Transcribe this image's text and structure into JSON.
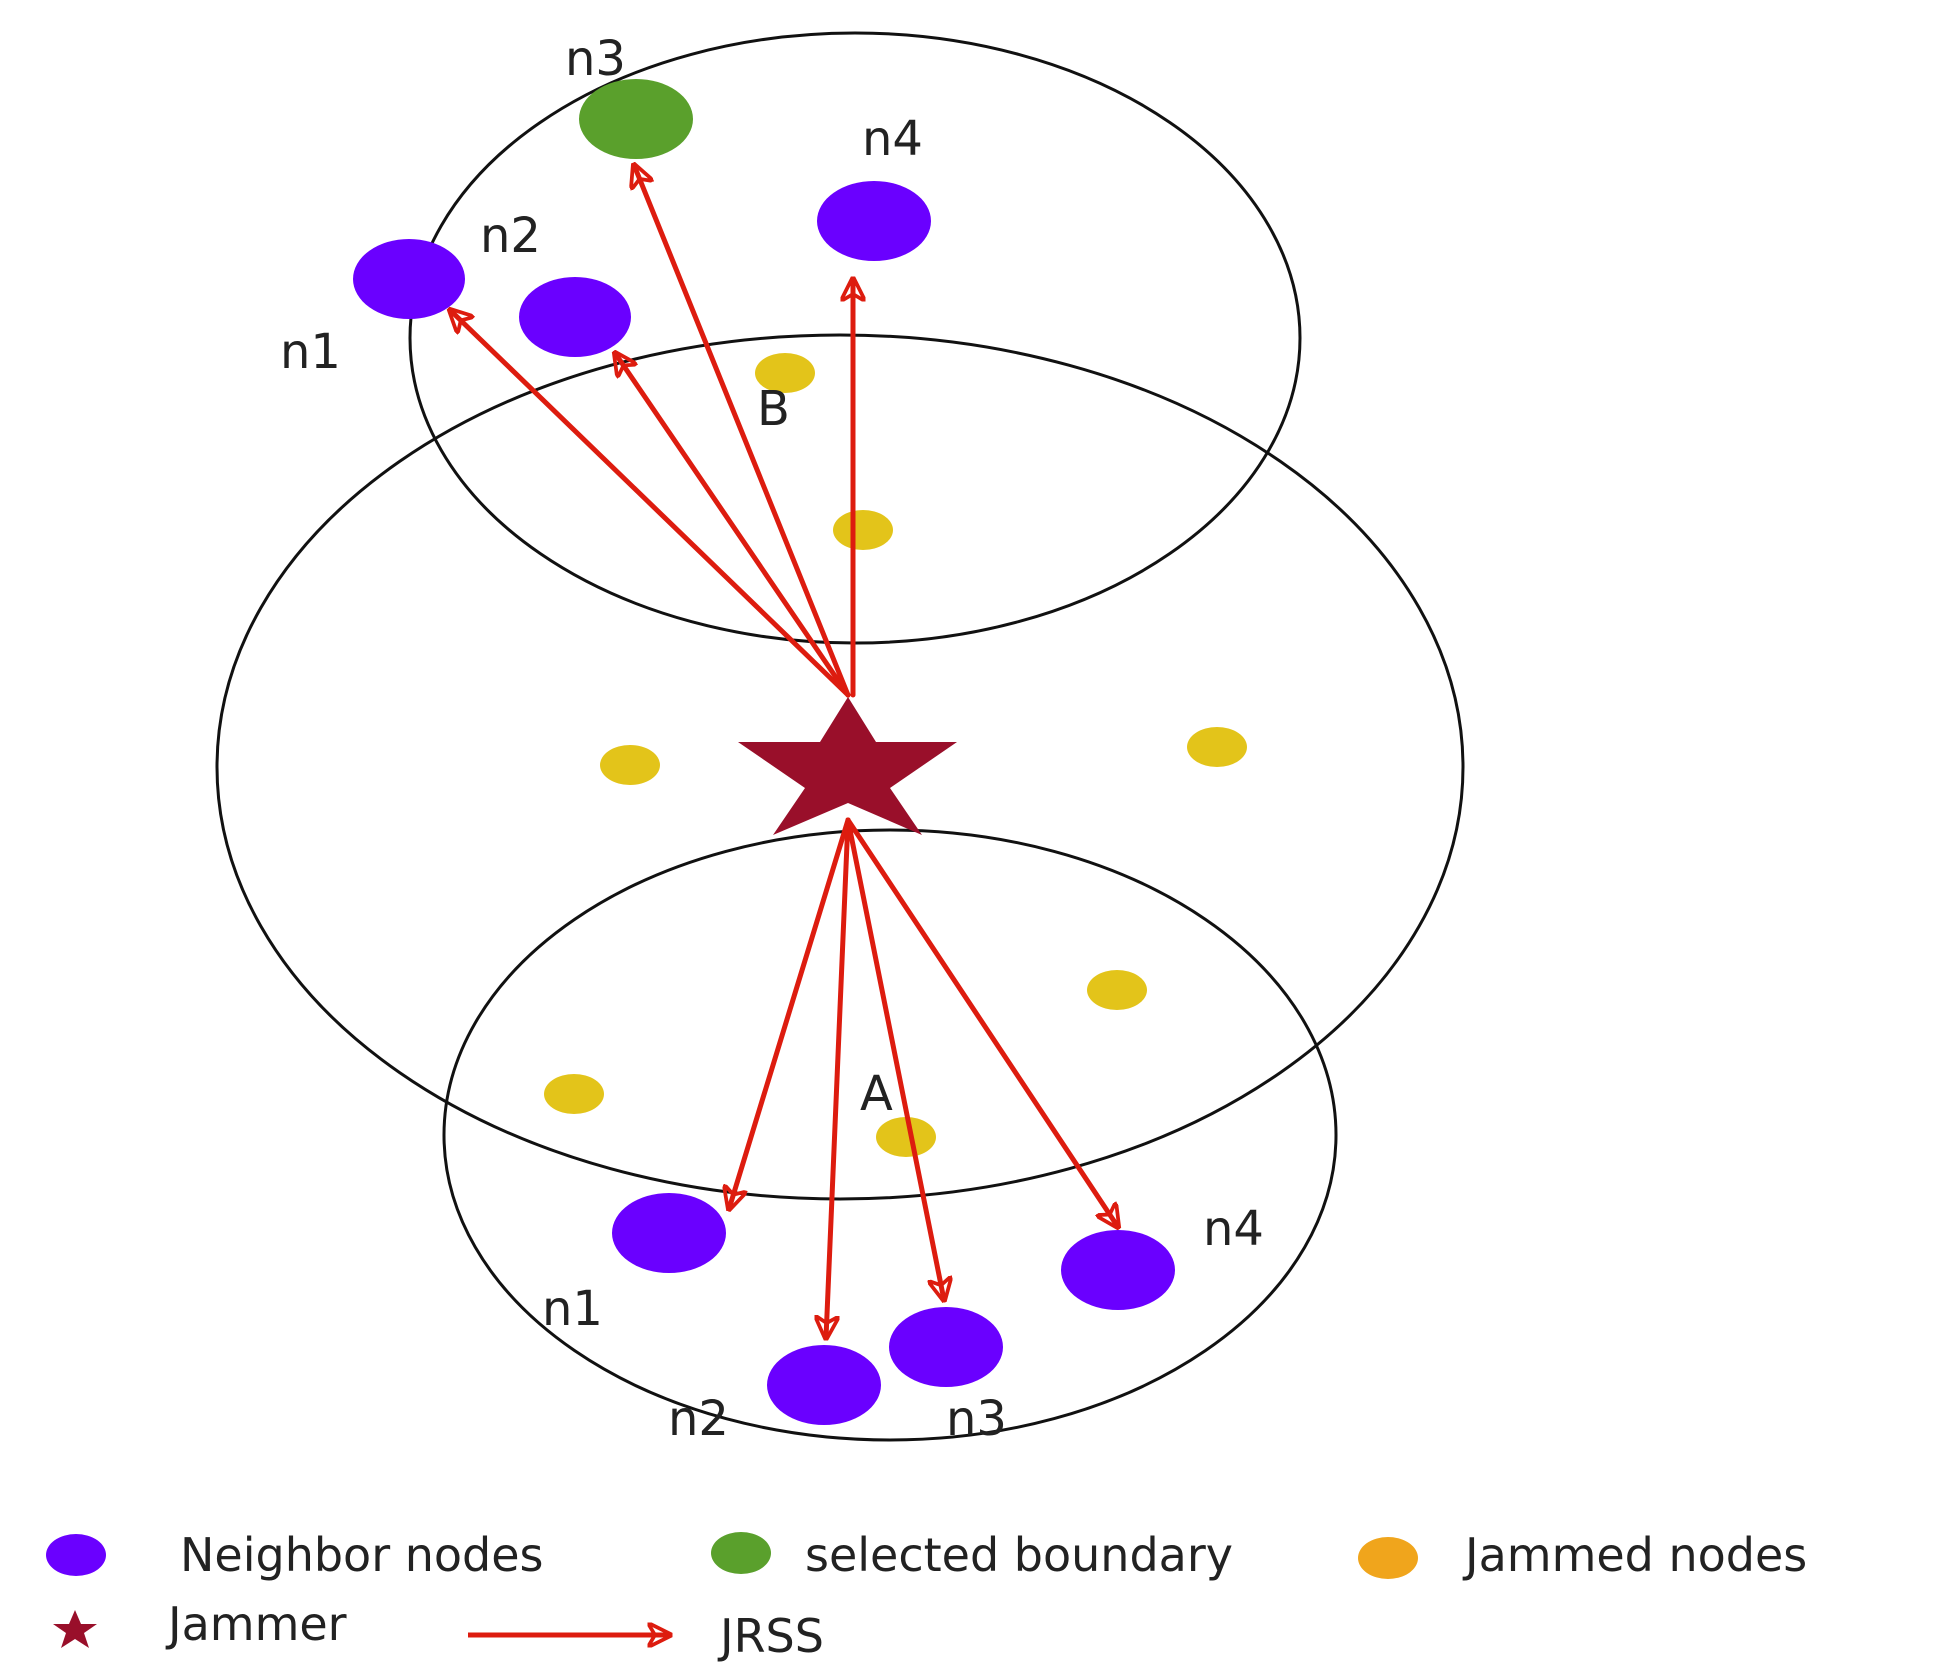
{
  "colors": {
    "neighbor": "#6a00ff",
    "selected": "#5aa02c",
    "jammed": "#e3c41a",
    "jammer": "#990f2a",
    "arrow": "#dd1c0f",
    "circle": "#111111"
  },
  "regions": {
    "top": {
      "node_labels": {
        "n1": "n1",
        "n2": "n2",
        "n3": "n3",
        "n4": "n4"
      },
      "region_label": "B"
    },
    "bottom": {
      "node_labels": {
        "n1": "n1",
        "n2": "n2",
        "n3": "n3",
        "n4": "n4"
      },
      "region_label": "A"
    }
  },
  "legend": {
    "neighbor": "Neighbor nodes",
    "selected": "selected boundary",
    "jammed": "Jammed nodes",
    "jammer": "Jammer",
    "jrss": "JRSS"
  }
}
